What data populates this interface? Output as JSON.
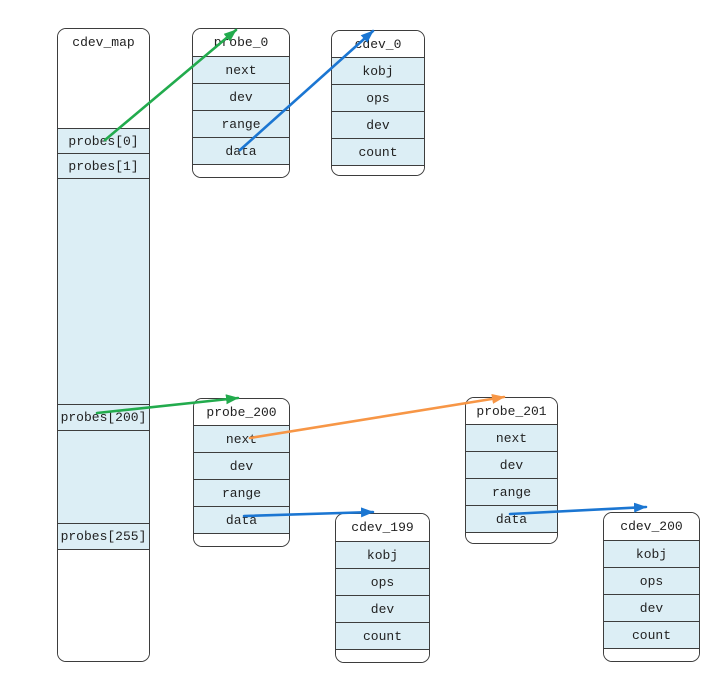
{
  "diagram": {
    "boxes": {
      "cdev_map": {
        "title": "cdev_map",
        "entries": [
          "probes[0]",
          "probes[1]",
          "probes[200]",
          "probes[255]"
        ]
      },
      "probe_0": {
        "title": "probe_0",
        "fields": [
          "next",
          "dev",
          "range",
          "data"
        ]
      },
      "cdev_0": {
        "title": "cdev_0",
        "fields": [
          "kobj",
          "ops",
          "dev",
          "count"
        ]
      },
      "probe_200": {
        "title": "probe_200",
        "fields": [
          "next",
          "dev",
          "range",
          "data"
        ]
      },
      "probe_201": {
        "title": "probe_201",
        "fields": [
          "next",
          "dev",
          "range",
          "data"
        ]
      },
      "cdev_199": {
        "title": "cdev_199",
        "fields": [
          "kobj",
          "ops",
          "dev",
          "count"
        ]
      },
      "cdev_200": {
        "title": "cdev_200",
        "fields": [
          "kobj",
          "ops",
          "dev",
          "count"
        ]
      }
    },
    "arrows": [
      {
        "from": "cdev_map.probes[0]",
        "to": "probe_0",
        "color": "#22ab4d"
      },
      {
        "from": "probe_0.data",
        "to": "cdev_0",
        "color": "#1b76d2"
      },
      {
        "from": "cdev_map.probes[200]",
        "to": "probe_200",
        "color": "#22ab4d"
      },
      {
        "from": "probe_200.next",
        "to": "probe_201",
        "color": "#f79646"
      },
      {
        "from": "probe_200.data",
        "to": "cdev_199",
        "color": "#1b76d2"
      },
      {
        "from": "probe_201.data",
        "to": "cdev_200",
        "color": "#1b76d2"
      }
    ],
    "colors": {
      "green": "#22ab4d",
      "blue": "#1b76d2",
      "orange": "#f79646",
      "cell_fill": "#dceef5",
      "border": "#3d3d3d"
    }
  }
}
